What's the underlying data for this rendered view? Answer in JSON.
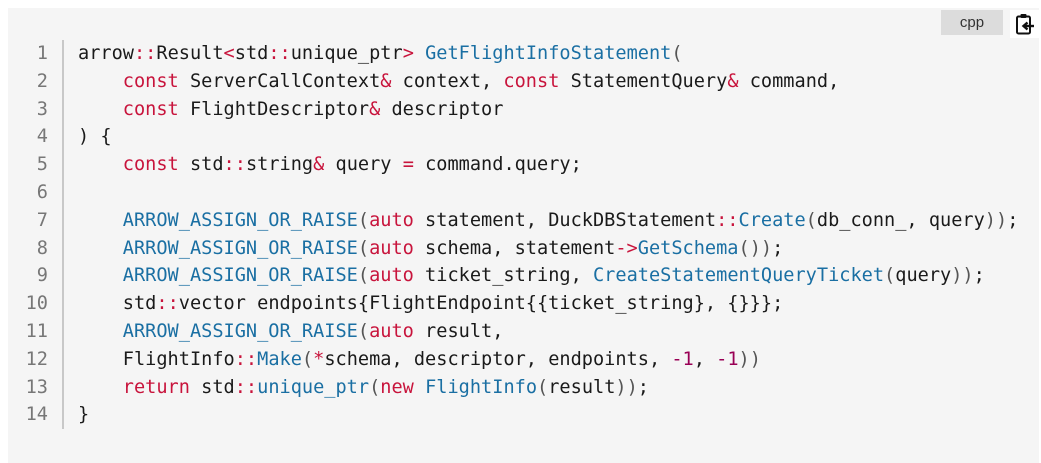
{
  "toolbar": {
    "language_label": "cpp",
    "copy_icon": "clipboard-copy-icon"
  },
  "colors": {
    "background": "#f5f5f5",
    "keyword": "#c8143c",
    "function": "#1a6fa3",
    "number": "#990055",
    "text": "#1a1a1a",
    "line_number": "#777777"
  },
  "code": {
    "language": "cpp",
    "lines": [
      {
        "n": "1",
        "tokens": [
          [
            "t",
            "arrow"
          ],
          [
            "op",
            "::"
          ],
          [
            "t",
            "Result"
          ],
          [
            "op",
            "<"
          ],
          [
            "t",
            "std"
          ],
          [
            "op",
            "::"
          ],
          [
            "t",
            "unique_ptr"
          ],
          [
            "op",
            ">"
          ],
          [
            "t",
            " "
          ],
          [
            "fn",
            "GetFlightInfoStatement"
          ],
          [
            "pu",
            "("
          ]
        ]
      },
      {
        "n": "2",
        "tokens": [
          [
            "t",
            "    "
          ],
          [
            "kw",
            "const"
          ],
          [
            "t",
            " ServerCallContext"
          ],
          [
            "op",
            "&"
          ],
          [
            "t",
            " context, "
          ],
          [
            "kw",
            "const"
          ],
          [
            "t",
            " StatementQuery"
          ],
          [
            "op",
            "&"
          ],
          [
            "t",
            " command,"
          ]
        ]
      },
      {
        "n": "3",
        "tokens": [
          [
            "t",
            "    "
          ],
          [
            "kw",
            "const"
          ],
          [
            "t",
            " FlightDescriptor"
          ],
          [
            "op",
            "&"
          ],
          [
            "t",
            " descriptor"
          ]
        ]
      },
      {
        "n": "4",
        "tokens": [
          [
            "t",
            ") {"
          ]
        ]
      },
      {
        "n": "5",
        "tokens": [
          [
            "t",
            "    "
          ],
          [
            "kw",
            "const"
          ],
          [
            "t",
            " std"
          ],
          [
            "op",
            "::"
          ],
          [
            "t",
            "string"
          ],
          [
            "op",
            "&"
          ],
          [
            "t",
            " query "
          ],
          [
            "op",
            "="
          ],
          [
            "t",
            " command.query;"
          ]
        ]
      },
      {
        "n": "6",
        "tokens": [
          [
            "t",
            ""
          ]
        ]
      },
      {
        "n": "7",
        "tokens": [
          [
            "t",
            "    "
          ],
          [
            "fn",
            "ARROW_ASSIGN_OR_RAISE"
          ],
          [
            "pu",
            "("
          ],
          [
            "kw",
            "auto"
          ],
          [
            "t",
            " statement, DuckDBStatement"
          ],
          [
            "op",
            "::"
          ],
          [
            "fn",
            "Create"
          ],
          [
            "pu",
            "("
          ],
          [
            "t",
            "db_conn_, query"
          ],
          [
            "pu",
            "))"
          ],
          [
            "t",
            ";"
          ]
        ]
      },
      {
        "n": "8",
        "tokens": [
          [
            "t",
            "    "
          ],
          [
            "fn",
            "ARROW_ASSIGN_OR_RAISE"
          ],
          [
            "pu",
            "("
          ],
          [
            "kw",
            "auto"
          ],
          [
            "t",
            " schema, statement"
          ],
          [
            "op",
            "->"
          ],
          [
            "fn",
            "GetSchema"
          ],
          [
            "pu",
            "())"
          ],
          [
            "t",
            ";"
          ]
        ]
      },
      {
        "n": "9",
        "tokens": [
          [
            "t",
            "    "
          ],
          [
            "fn",
            "ARROW_ASSIGN_OR_RAISE"
          ],
          [
            "pu",
            "("
          ],
          [
            "kw",
            "auto"
          ],
          [
            "t",
            " ticket_string, "
          ],
          [
            "fn",
            "CreateStatementQueryTicket"
          ],
          [
            "pu",
            "("
          ],
          [
            "t",
            "query"
          ],
          [
            "pu",
            "))"
          ],
          [
            "t",
            ";"
          ]
        ]
      },
      {
        "n": "10",
        "tokens": [
          [
            "t",
            "    std"
          ],
          [
            "op",
            "::"
          ],
          [
            "t",
            "vector endpoints{FlightEndpoint{{ticket_string}, {}}};"
          ]
        ]
      },
      {
        "n": "11",
        "tokens": [
          [
            "t",
            "    "
          ],
          [
            "fn",
            "ARROW_ASSIGN_OR_RAISE"
          ],
          [
            "pu",
            "("
          ],
          [
            "kw",
            "auto"
          ],
          [
            "t",
            " result,"
          ]
        ]
      },
      {
        "n": "12",
        "tokens": [
          [
            "t",
            "    FlightInfo"
          ],
          [
            "op",
            "::"
          ],
          [
            "fn",
            "Make"
          ],
          [
            "pu",
            "("
          ],
          [
            "op",
            "*"
          ],
          [
            "t",
            "schema, descriptor, endpoints, "
          ],
          [
            "num",
            "-1"
          ],
          [
            "t",
            ", "
          ],
          [
            "num",
            "-1"
          ],
          [
            "pu",
            "))"
          ]
        ]
      },
      {
        "n": "13",
        "tokens": [
          [
            "t",
            "    "
          ],
          [
            "kw",
            "return"
          ],
          [
            "t",
            " std"
          ],
          [
            "op",
            "::"
          ],
          [
            "fn",
            "unique_ptr"
          ],
          [
            "pu",
            "("
          ],
          [
            "kw",
            "new"
          ],
          [
            "t",
            " "
          ],
          [
            "fn",
            "FlightInfo"
          ],
          [
            "pu",
            "("
          ],
          [
            "t",
            "result"
          ],
          [
            "pu",
            "))"
          ],
          [
            "t",
            ";"
          ]
        ]
      },
      {
        "n": "14",
        "tokens": [
          [
            "t",
            "}"
          ]
        ]
      }
    ]
  }
}
